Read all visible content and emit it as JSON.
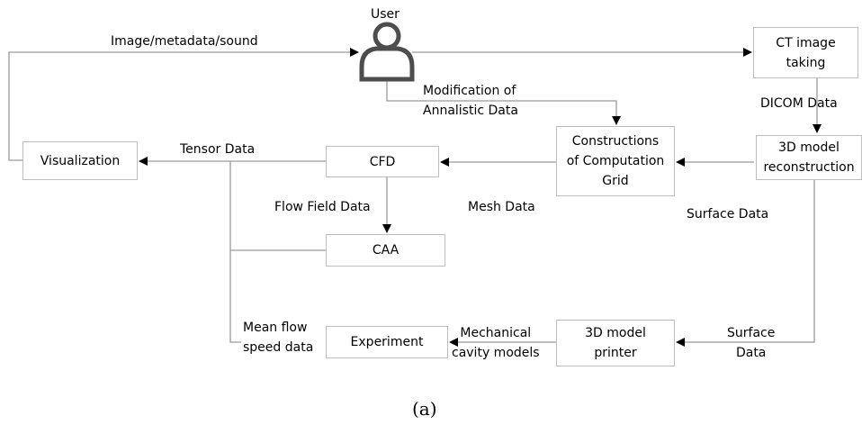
{
  "user": {
    "label": "User",
    "icon": "user-icon"
  },
  "nodes": {
    "ct": "CT image\ntaking",
    "reconstruction": "3D model\nreconstruction",
    "grid": "Constructions\nof Computation\nGrid",
    "cfd": "CFD",
    "visualization": "Visualization",
    "caa": "CAA",
    "printer": "3D model\nprinter",
    "experiment": "Experiment"
  },
  "edges": {
    "image_metadata_sound": "Image/metadata/sound",
    "modification": "Modification of\nAnnalistic Data",
    "dicom": "DICOM  Data",
    "tensor": "Tensor Data",
    "flow_field": "Flow Field Data",
    "mesh": "Mesh Data",
    "surface_top": "Surface Data",
    "surface_bottom": "Surface\nData",
    "mechanical": "Mechanical\ncavity models",
    "mean_flow": "Mean flow\nspeed data"
  },
  "caption": "(a)",
  "colors": {
    "line": "#9a9a9a",
    "border": "#bdbdbd",
    "arrowhead": "#000000"
  }
}
